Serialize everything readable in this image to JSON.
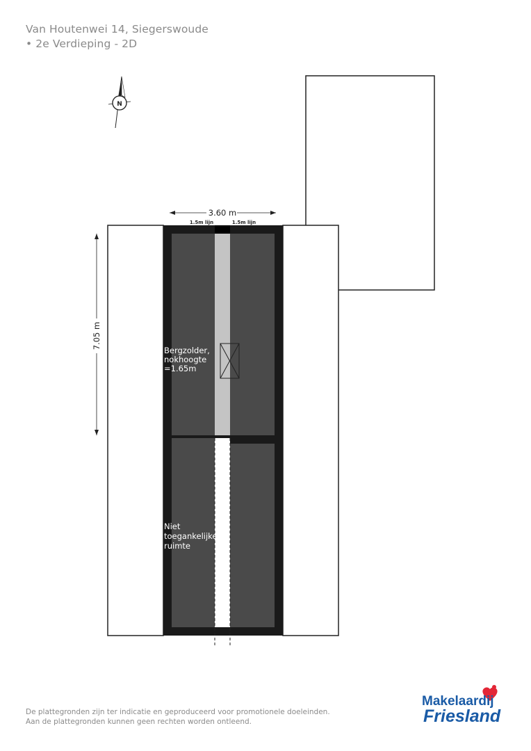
{
  "header": {
    "address": "Van Houtenwei 14, Siegerswoude",
    "floor": "• 2e Verdieping - 2D"
  },
  "compass": {
    "label": "N"
  },
  "dimensions": {
    "width": "3.60 m",
    "height": "7.05 m",
    "line_left": "1.5m lijn",
    "line_right": "1.5m lijn"
  },
  "rooms": {
    "storage": [
      "Bergzolder,",
      "nokhoogte",
      "=1.65m"
    ],
    "inaccessible": [
      "Niet",
      "toegankelijke",
      "ruimte"
    ]
  },
  "footer": {
    "disclaimer_1": "De plattegronden zijn ter indicatie en geproduceerd voor promotionele doeleinden.",
    "disclaimer_2": "Aan de plattegronden kunnen geen rechten worden ontleend.",
    "logo_line1": "Makelaardij",
    "logo_line2": "Friesland"
  },
  "colors": {
    "wall": "#1a1a1a",
    "floor_dark": "#4a4a4a",
    "ridge_light": "#c4c4c4",
    "logo_blue": "#1a5ba6",
    "logo_red": "#e32636"
  }
}
